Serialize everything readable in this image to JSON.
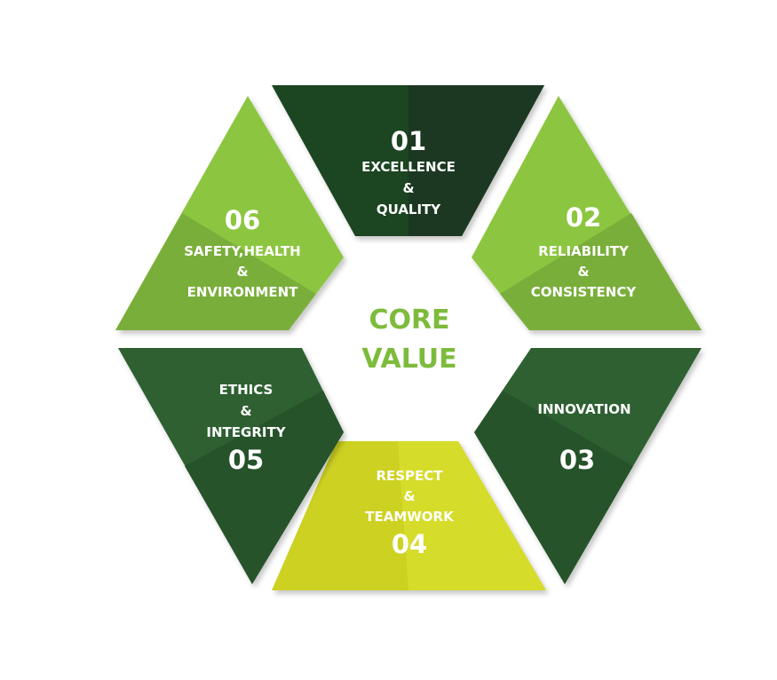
{
  "center": {
    "line1": "CORE",
    "line2": "VALUE",
    "color": "#7dbb3c"
  },
  "segments": [
    {
      "number": "01",
      "lines": [
        "EXCELLENCE",
        "&",
        "QUALITY"
      ],
      "colors": [
        "#1f4423",
        "#1a3820"
      ]
    },
    {
      "number": "02",
      "lines": [
        "RELIABILITY",
        "&",
        "CONSISTENCY"
      ],
      "colors": [
        "#8cc63f",
        "#7aae3a"
      ]
    },
    {
      "number": "03",
      "lines": [
        "INNOVATION"
      ],
      "colors": [
        "#2f6033",
        "#27522b"
      ]
    },
    {
      "number": "04",
      "lines": [
        "RESPECT",
        "&",
        "TEAMWORK"
      ],
      "colors": [
        "#cdd123",
        "#d6dc2a"
      ]
    },
    {
      "number": "05",
      "lines": [
        "ETHICS",
        "&",
        "INTEGRITY"
      ],
      "colors": [
        "#2f6033",
        "#27522b"
      ]
    },
    {
      "number": "06",
      "lines": [
        "SAFETY,HEALTH",
        "&",
        "ENVIRONMENT"
      ],
      "colors": [
        "#8cc63f",
        "#7aae3a"
      ]
    }
  ]
}
